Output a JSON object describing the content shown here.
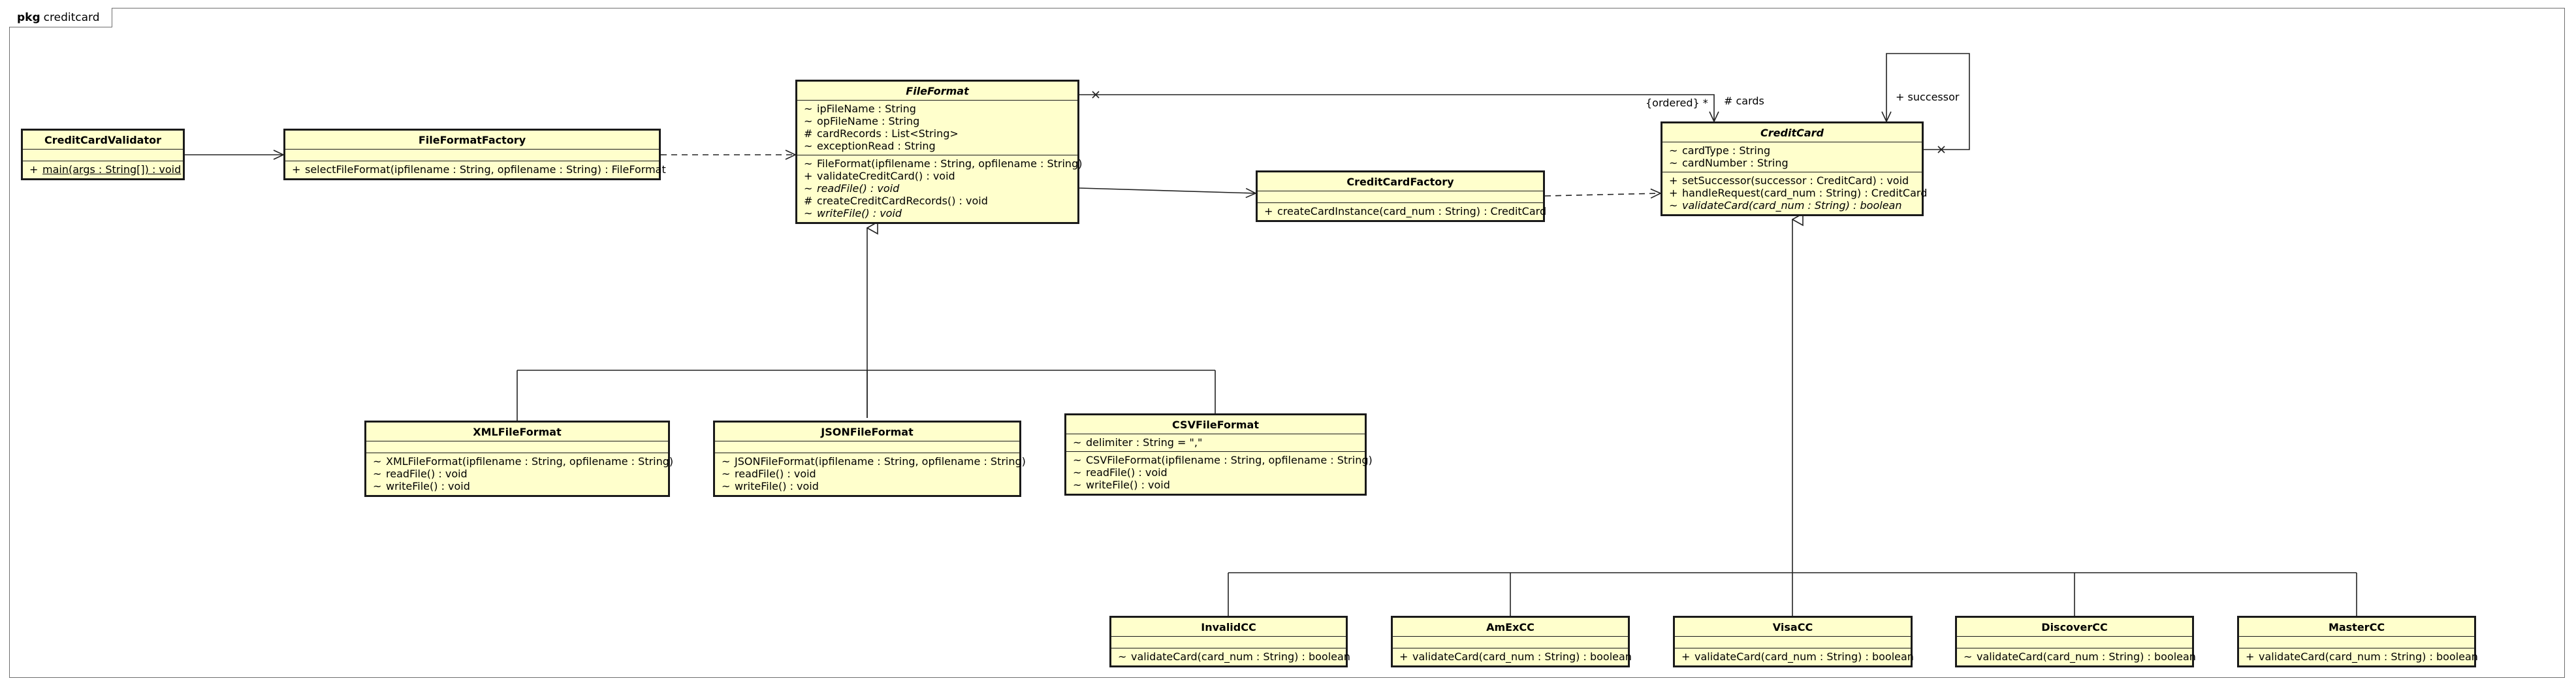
{
  "package": {
    "keyword": "pkg",
    "name": "creditcard"
  },
  "classes": [
    {
      "id": "CreditCardValidator",
      "name": "CreditCardValidator",
      "abstract": false,
      "attributes": [],
      "operations": [
        {
          "vis": "+",
          "text": "main(args : String[]) : void",
          "static": true
        }
      ]
    },
    {
      "id": "FileFormatFactory",
      "name": "FileFormatFactory",
      "abstract": false,
      "attributes": [],
      "operations": [
        {
          "vis": "+",
          "text": "selectFileFormat(ipfilename : String, opfilename : String) : FileFormat"
        }
      ]
    },
    {
      "id": "FileFormat",
      "name": "FileFormat",
      "abstract": true,
      "attributes": [
        {
          "vis": "~",
          "text": "ipFileName : String"
        },
        {
          "vis": "~",
          "text": "opFileName : String"
        },
        {
          "vis": "#",
          "text": "cardRecords : List<String>"
        },
        {
          "vis": "~",
          "text": "exceptionRead : String"
        }
      ],
      "operations": [
        {
          "vis": "~",
          "text": "FileFormat(ipfilename : String, opfilename : String)"
        },
        {
          "vis": "+",
          "text": "validateCreditCard() : void"
        },
        {
          "vis": "~",
          "text": "readFile() : void",
          "italic": true
        },
        {
          "vis": "#",
          "text": "createCreditCardRecords() : void"
        },
        {
          "vis": "~",
          "text": "writeFile() : void",
          "italic": true
        }
      ]
    },
    {
      "id": "CreditCardFactory",
      "name": "CreditCardFactory",
      "abstract": false,
      "attributes": [],
      "operations": [
        {
          "vis": "+",
          "text": "createCardInstance(card_num : String) : CreditCard"
        }
      ]
    },
    {
      "id": "CreditCard",
      "name": "CreditCard",
      "abstract": true,
      "attributes": [
        {
          "vis": "~",
          "text": "cardType : String"
        },
        {
          "vis": "~",
          "text": "cardNumber : String"
        }
      ],
      "operations": [
        {
          "vis": "+",
          "text": "setSuccessor(successor : CreditCard) : void"
        },
        {
          "vis": "+",
          "text": "handleRequest(card_num : String) : CreditCard"
        },
        {
          "vis": "~",
          "text": "validateCard(card_num : String) : boolean",
          "italic": true
        }
      ]
    },
    {
      "id": "XMLFileFormat",
      "name": "XMLFileFormat",
      "abstract": false,
      "attributes": [],
      "operations": [
        {
          "vis": "~",
          "text": "XMLFileFormat(ipfilename : String, opfilename : String)"
        },
        {
          "vis": "~",
          "text": "readFile() : void"
        },
        {
          "vis": "~",
          "text": "writeFile() : void"
        }
      ]
    },
    {
      "id": "JSONFileFormat",
      "name": "JSONFileFormat",
      "abstract": false,
      "attributes": [],
      "operations": [
        {
          "vis": "~",
          "text": "JSONFileFormat(ipfilename : String, opfilename : String)"
        },
        {
          "vis": "~",
          "text": "readFile() : void"
        },
        {
          "vis": "~",
          "text": "writeFile() : void"
        }
      ]
    },
    {
      "id": "CSVFileFormat",
      "name": "CSVFileFormat",
      "abstract": false,
      "attributes": [
        {
          "vis": "~",
          "text": "delimiter : String = \",\""
        }
      ],
      "operations": [
        {
          "vis": "~",
          "text": "CSVFileFormat(ipfilename : String, opfilename : String)"
        },
        {
          "vis": "~",
          "text": "readFile() : void"
        },
        {
          "vis": "~",
          "text": "writeFile() : void"
        }
      ]
    },
    {
      "id": "InvalidCC",
      "name": "InvalidCC",
      "abstract": false,
      "attributes": [],
      "operations": [
        {
          "vis": "~",
          "text": "validateCard(card_num : String) : boolean"
        }
      ]
    },
    {
      "id": "AmExCC",
      "name": "AmExCC",
      "abstract": false,
      "attributes": [],
      "operations": [
        {
          "vis": "+",
          "text": "validateCard(card_num : String) : boolean"
        }
      ]
    },
    {
      "id": "VisaCC",
      "name": "VisaCC",
      "abstract": false,
      "attributes": [],
      "operations": [
        {
          "vis": "+",
          "text": "validateCard(card_num : String) : boolean"
        }
      ]
    },
    {
      "id": "DiscoverCC",
      "name": "DiscoverCC",
      "abstract": false,
      "attributes": [],
      "operations": [
        {
          "vis": "~",
          "text": "validateCard(card_num : String) : boolean"
        }
      ]
    },
    {
      "id": "MasterCC",
      "name": "MasterCC",
      "abstract": false,
      "attributes": [],
      "operations": [
        {
          "vis": "+",
          "text": "validateCard(card_num : String) : boolean"
        }
      ]
    }
  ],
  "association_labels": {
    "cards_multiplicity": "{ordered}  *",
    "cards_role": "# cards",
    "successor_role": "+ successor"
  }
}
